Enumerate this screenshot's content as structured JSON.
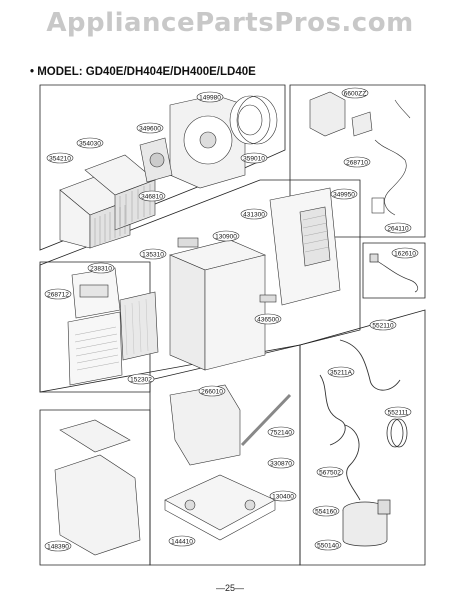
{
  "watermark": "AppliancePartsPros.com",
  "model": "• MODEL: GD40E/DH404E/DH400E/LD40E",
  "page_number": "—25—",
  "parts": [
    {
      "id": "p149980",
      "label": "149980"
    },
    {
      "id": "p349600",
      "label": "349600"
    },
    {
      "id": "p354030",
      "label": "354030"
    },
    {
      "id": "p354210",
      "label": "354210"
    },
    {
      "id": "p346810",
      "label": "346810"
    },
    {
      "id": "p359010",
      "label": "359010"
    },
    {
      "id": "p349950",
      "label": "349950"
    },
    {
      "id": "p6600zz",
      "label": "6600ZZ"
    },
    {
      "id": "p268710",
      "label": "268710"
    },
    {
      "id": "p264110",
      "label": "264110"
    },
    {
      "id": "p431300",
      "label": "431300"
    },
    {
      "id": "p130900",
      "label": "130900"
    },
    {
      "id": "p135310",
      "label": "135310"
    },
    {
      "id": "p238310",
      "label": "238310"
    },
    {
      "id": "p268712",
      "label": "268712"
    },
    {
      "id": "p436500",
      "label": "436500"
    },
    {
      "id": "p162610",
      "label": "162610"
    },
    {
      "id": "p152302",
      "label": "152302"
    },
    {
      "id": "p552110",
      "label": "552110"
    },
    {
      "id": "p352110",
      "label": "35211A"
    },
    {
      "id": "p552111",
      "label": "552111"
    },
    {
      "id": "p266010",
      "label": "266010"
    },
    {
      "id": "p752140",
      "label": "752140"
    },
    {
      "id": "p330870",
      "label": "330870"
    },
    {
      "id": "p567502",
      "label": "567502"
    },
    {
      "id": "p130400",
      "label": "130400"
    },
    {
      "id": "p554160",
      "label": "554160"
    },
    {
      "id": "p148390",
      "label": "148390"
    },
    {
      "id": "p144410",
      "label": "144410"
    },
    {
      "id": "p550140",
      "label": "550140"
    }
  ]
}
